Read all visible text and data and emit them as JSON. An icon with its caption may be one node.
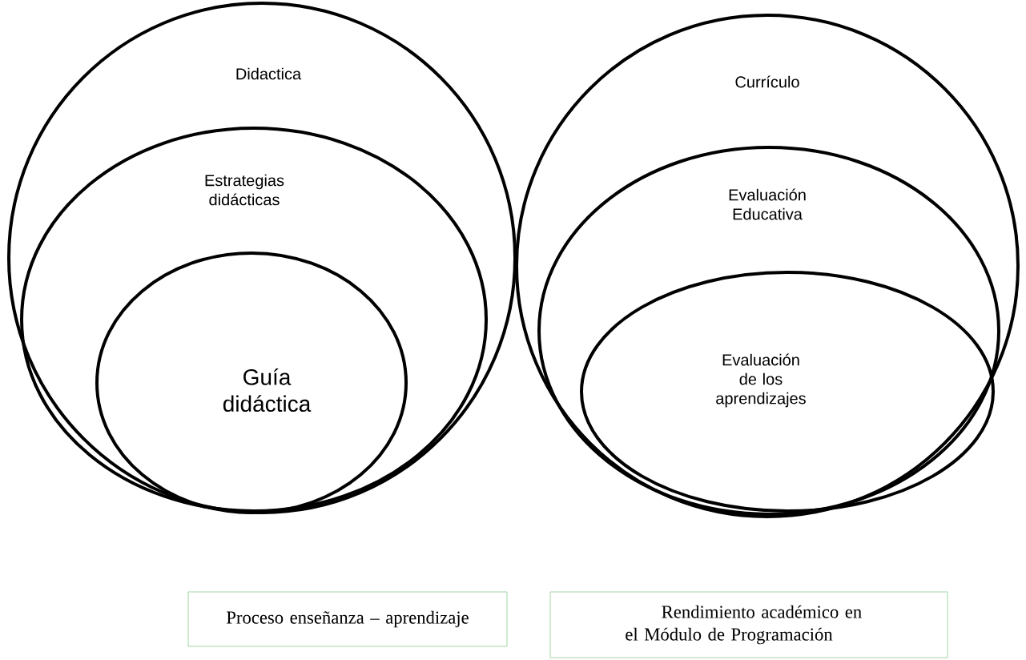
{
  "diagram": {
    "nodes": [
      {
        "text": [
          "Didactica"
        ]
      },
      {
        "text": [
          "Estrategias didácticas"
        ],
        "in": 0
      },
      {
        "text": [
          "Guía didáctica"
        ],
        "in": 1
      },
      {
        "text": [
          "Currículo"
        ]
      },
      {
        "text": [
          "Evaluación Educativa"
        ],
        "in": 3
      },
      {
        "text": [
          "Evaluación de los aprendizajes"
        ],
        "in": 4
      },
      {
        "text": [
          "Proceso enseñanza – aprendizaje"
        ]
      },
      {
        "text": [
          "Rendimiento académico en el Módulo de Programación"
        ]
      }
    ]
  }
}
